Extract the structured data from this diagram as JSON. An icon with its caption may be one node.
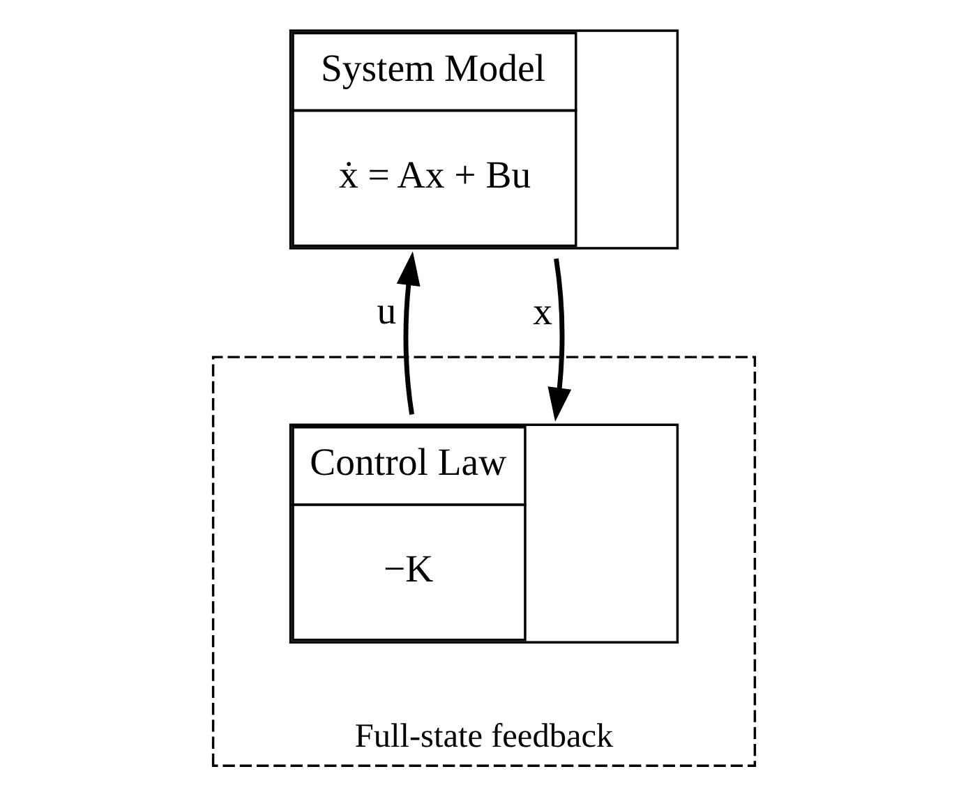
{
  "diagram": {
    "nodes": [
      {
        "text": [
          "System Model",
          "ẋ = Ax + Bu"
        ]
      },
      {
        "text": [
          "Full-state feedback"
        ]
      },
      {
        "text": [
          "Control Law",
          "−K"
        ],
        "in": 1
      }
    ],
    "edges": [
      {
        "from": 0,
        "to": 2,
        "arrow": "to",
        "label": "x"
      },
      {
        "from": 2,
        "to": 0,
        "arrow": "to",
        "label": "u"
      }
    ]
  }
}
